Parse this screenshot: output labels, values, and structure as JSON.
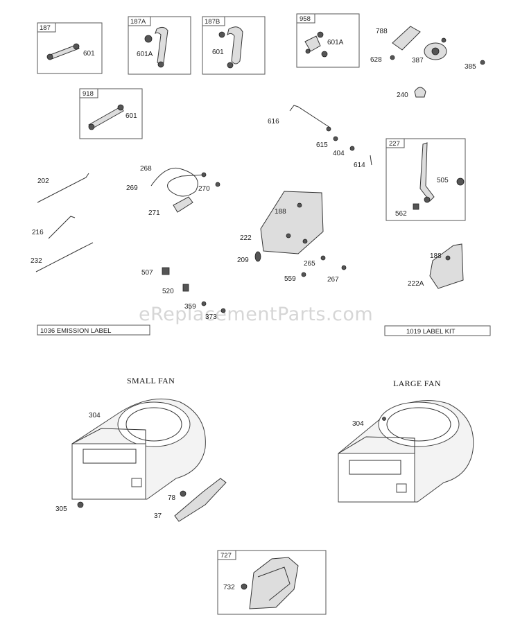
{
  "watermark": "eReplacementParts.com",
  "kits": {
    "k187": {
      "tab": "187",
      "part": "601"
    },
    "k187a": {
      "tab": "187A",
      "part": "601A"
    },
    "k187b": {
      "tab": "187B",
      "part": "601"
    },
    "k958": {
      "tab": "958",
      "part": "601A"
    },
    "k918": {
      "tab": "918",
      "part": "601"
    },
    "k227": {
      "tab": "227",
      "parts": [
        "505",
        "562"
      ]
    },
    "k727": {
      "tab": "727",
      "part": "732"
    }
  },
  "labels": {
    "emission": "1036 EMISSION LABEL",
    "labelkit": "1019 LABEL KIT"
  },
  "fans": {
    "small_title": "SMALL FAN",
    "large_title": "LARGE FAN"
  },
  "callouts": {
    "c788": "788",
    "c628": "628",
    "c387": "387",
    "c385": "385",
    "c240": "240",
    "c616": "616",
    "c615": "615",
    "c404": "404",
    "c614": "614",
    "c202": "202",
    "c216": "216",
    "c232": "232",
    "c268": "268",
    "c269": "269",
    "c270": "270",
    "c271": "271",
    "c188a": "188",
    "c222": "222",
    "c209": "209",
    "c265": "265",
    "c559": "559",
    "c267": "267",
    "c507": "507",
    "c520": "520",
    "c359": "359",
    "c373": "373",
    "c188b": "188",
    "c222a": "222A",
    "c304a": "304",
    "c305": "305",
    "c78": "78",
    "c37": "37",
    "c304b": "304"
  }
}
